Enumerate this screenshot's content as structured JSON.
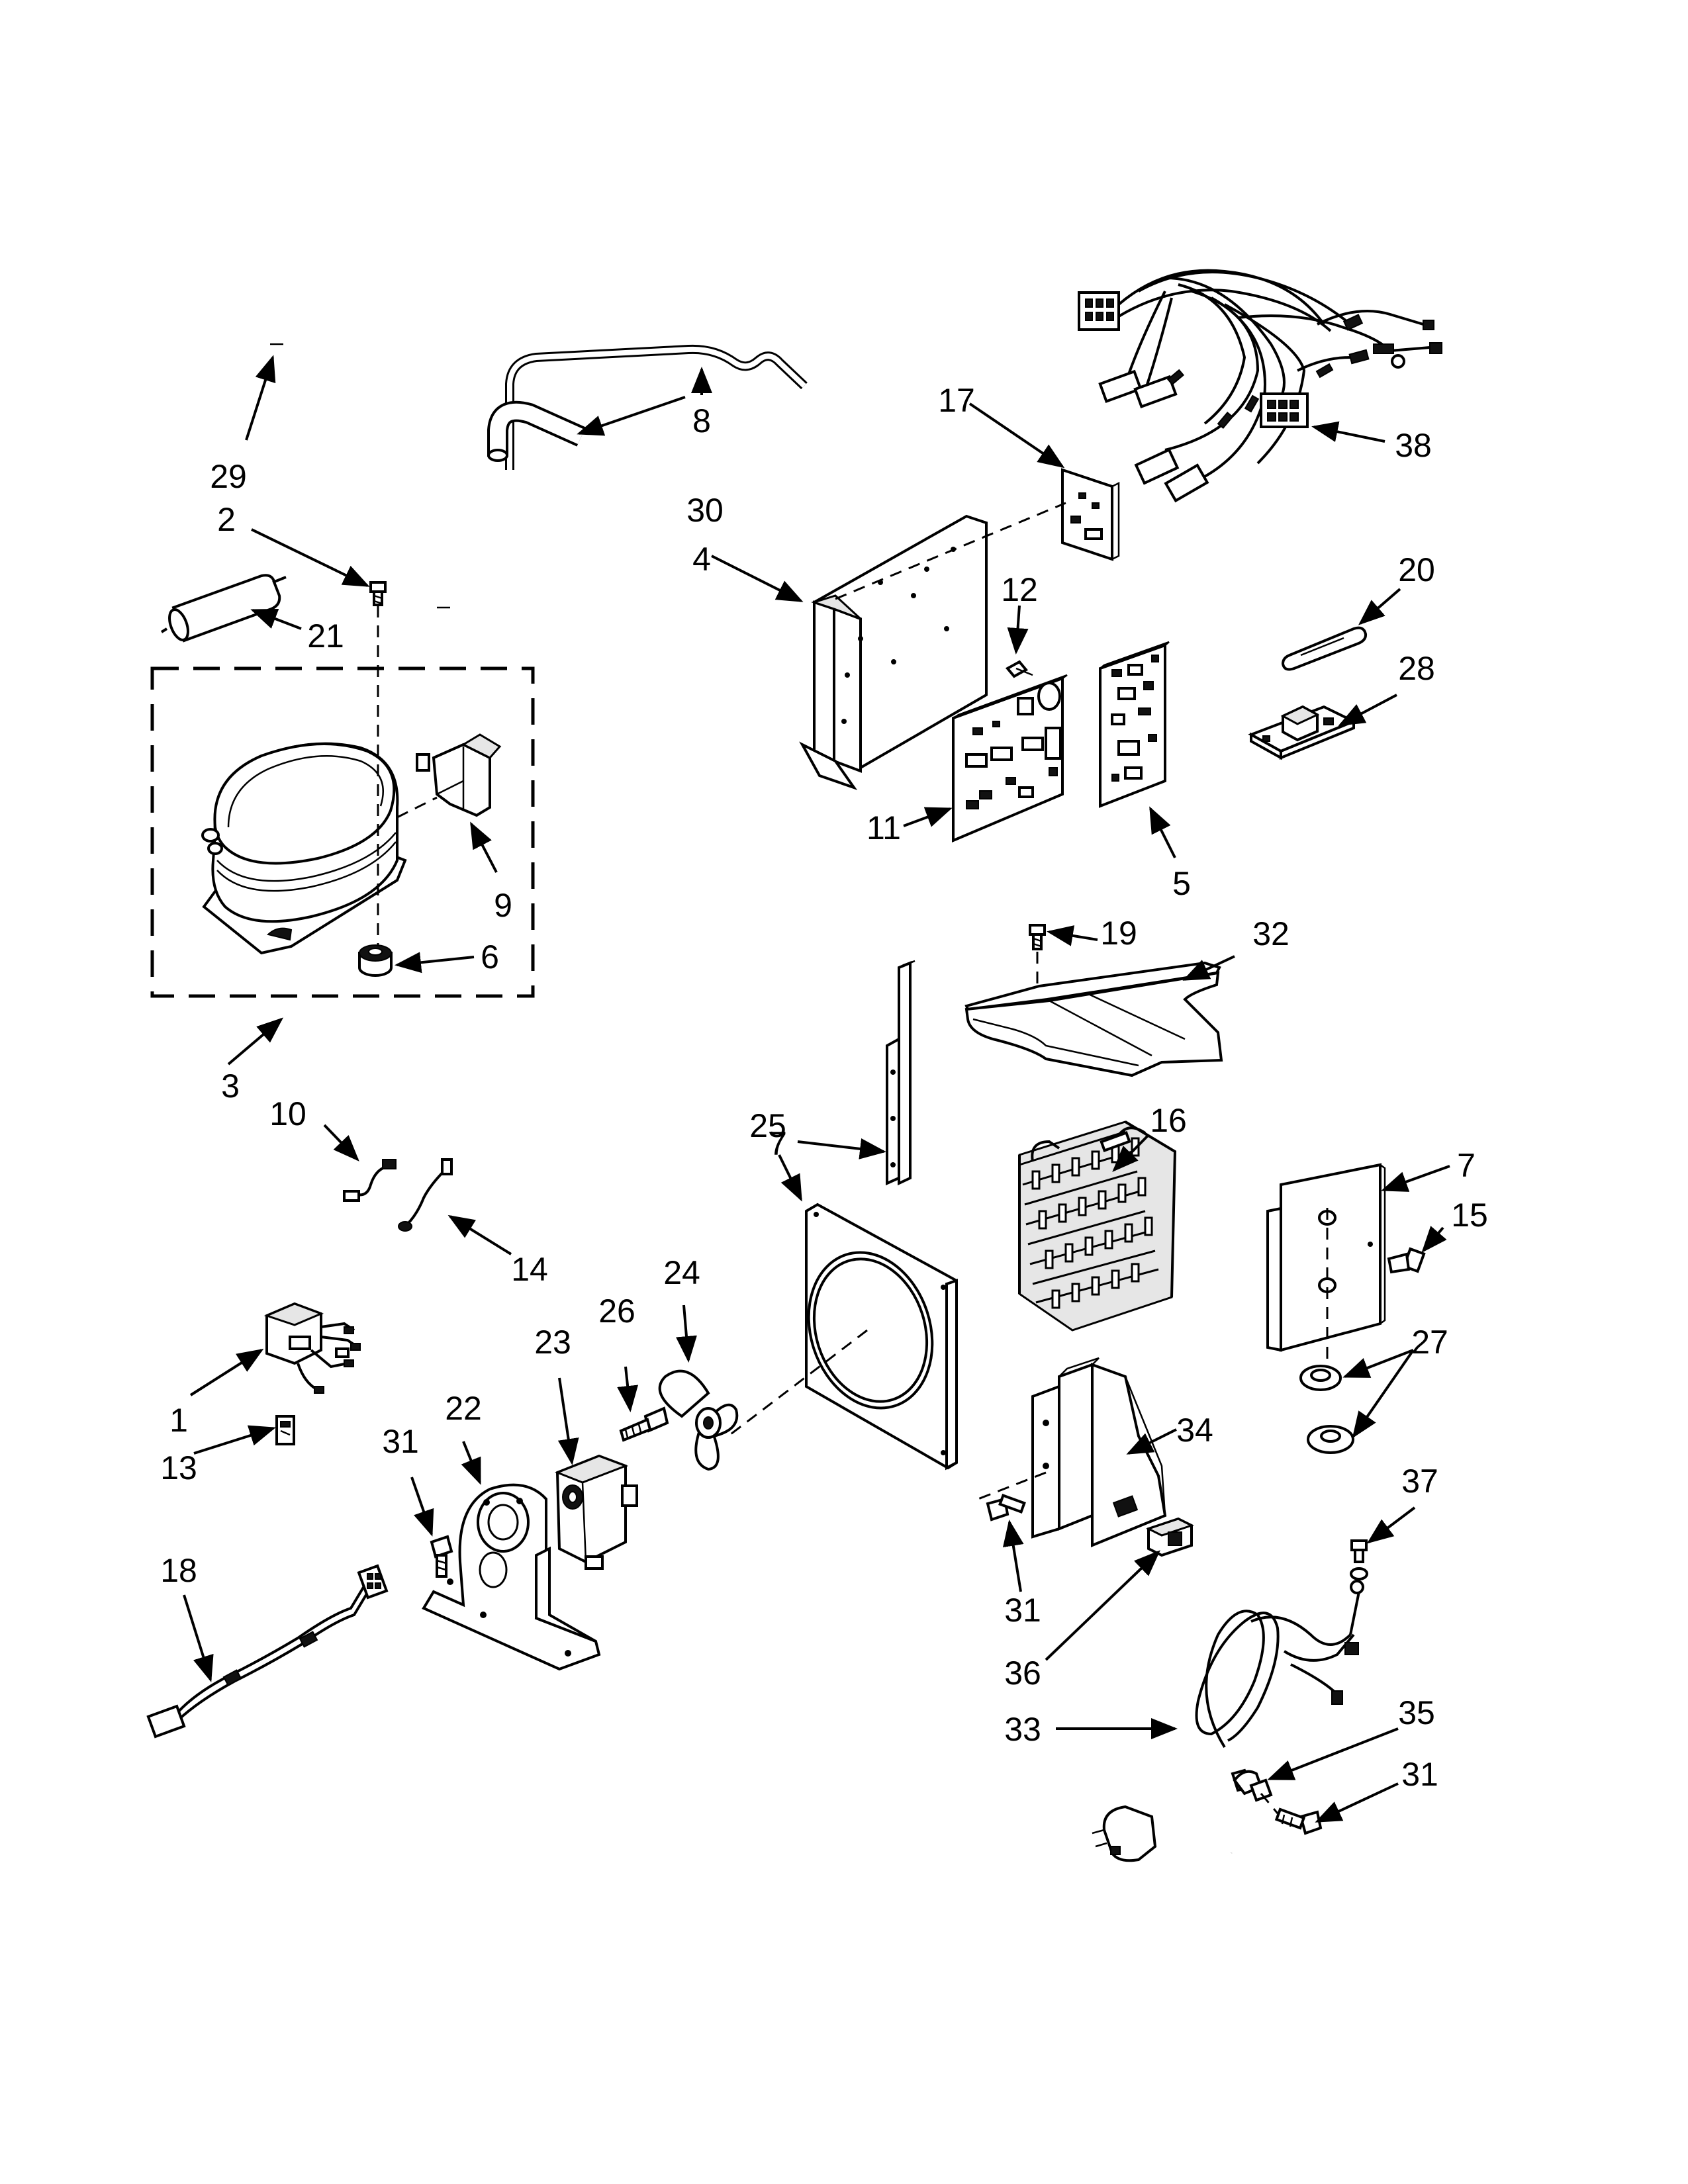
{
  "labels": {
    "p1": "1",
    "p2": "2",
    "p3": "3",
    "p4": "4",
    "p5": "5",
    "p6": "6",
    "p7a": "7",
    "p7b": "7",
    "p8": "8",
    "p9": "9",
    "p10": "10",
    "p11": "11",
    "p12": "12",
    "p13": "13",
    "p14": "14",
    "p15": "15",
    "p16": "16",
    "p17": "17",
    "p18": "18",
    "p19": "19",
    "p20": "20",
    "p21": "21",
    "p22": "22",
    "p23": "23",
    "p24": "24",
    "p25": "25",
    "p26": "26",
    "p27": "27",
    "p28": "28",
    "p29": "29",
    "p30": "30",
    "p31a": "31",
    "p31b": "31",
    "p31c": "31",
    "p32": "32",
    "p33": "33",
    "p34": "34",
    "p35": "35",
    "p36": "36",
    "p37": "37",
    "p38": "38"
  }
}
